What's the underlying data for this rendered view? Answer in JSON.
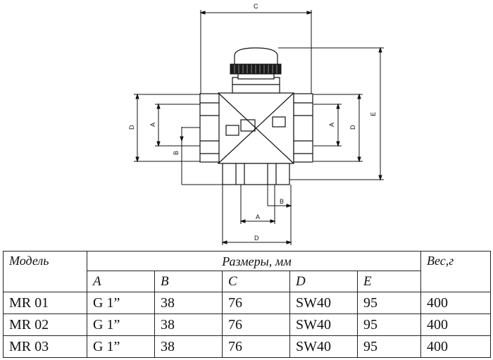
{
  "drawing": {
    "dim_labels": {
      "c": "C",
      "e": "E",
      "a_left": "A",
      "d_left": "D",
      "b_left": "B",
      "a_right": "A",
      "d_right": "D",
      "b_bottom": "B",
      "a_bottom": "A",
      "d_bottom": "D"
    }
  },
  "table": {
    "model_header": "Модель",
    "sizes_header": "Размеры, мм",
    "weight_header": "Вес,г",
    "sub_headers": [
      "A",
      "B",
      "C",
      "D",
      "E"
    ],
    "rows": [
      {
        "model": "MR 01",
        "a": "G 1”",
        "b": "38",
        "c": "76",
        "d": "SW40",
        "e": "95",
        "weight": "400"
      },
      {
        "model": "MR 02",
        "a": "G 1”",
        "b": "38",
        "c": "76",
        "d": "SW40",
        "e": "95",
        "weight": "400"
      },
      {
        "model": "MR 03",
        "a": "G 1”",
        "b": "38",
        "c": "76",
        "d": "SW40",
        "e": "95",
        "weight": "400"
      }
    ]
  }
}
